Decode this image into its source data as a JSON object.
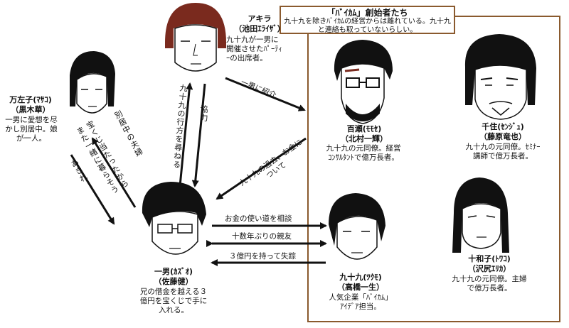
{
  "group": {
    "title": "「ﾊﾞｲｶﾑ」創始者たち",
    "note": "九十九を除きﾊﾞｲｶﾑの経営からは離れている。九十九と連絡も取っていないらしい。"
  },
  "characters": {
    "akira": {
      "name": "アキラ",
      "actor": "（池田ｴﾗｲｻﾞ）",
      "desc": "九十九が一男に開催させたﾊﾟｰﾃｨｰの出席者。"
    },
    "masako": {
      "name": "万左子(ﾏｻｺ)",
      "actor": "（黒木華）",
      "desc": "一男に愛想を尽かし別居中。娘が一人。"
    },
    "kazuo": {
      "name": "一男(ｶｽﾞｵ)",
      "actor": "（佐藤健）",
      "desc": "兄の借金を越える３億円を宝くじで手に入れる。"
    },
    "tsukumo": {
      "name": "九十九(ﾂｸﾓ)",
      "actor": "（高橋一生）",
      "desc": "人気企業「ﾊﾞｲｶﾑ」ｱｲﾃﾞｱ担当。"
    },
    "momose": {
      "name": "百瀬(ﾓﾓｾ)",
      "actor": "（北村一輝）",
      "desc": "九十九の元同僚。経営ｺﾝｻﾙﾀﾝﾄで億万長者。"
    },
    "senju": {
      "name": "千住(ｾﾝｼﾞｭ)",
      "actor": "（藤原竜也）",
      "desc": "九十九の元同僚。ｾﾐﾅｰ講師で億万長者。"
    },
    "towako": {
      "name": "十和子(ﾄﾜｺ)",
      "actor": "（沢尻ｴﾘｶ）",
      "desc": "九十九の元同僚。主婦で億万長者。"
    }
  },
  "relations": {
    "introduced": "一男に紹介",
    "cooperation": "協力",
    "ask_whereabouts": "九十九の行方を尋ねる",
    "separated": "別居中の夫婦",
    "lottery_live": "宝くじ当たったからまた一緒に暮らそう",
    "dumbfounded": "あきれ",
    "past_money": "九十九の過去、お金について",
    "consult": "お金の使い道を相談",
    "best_friend": "十数年ぶりの親友",
    "disappear": "３億円を持って失踪"
  }
}
